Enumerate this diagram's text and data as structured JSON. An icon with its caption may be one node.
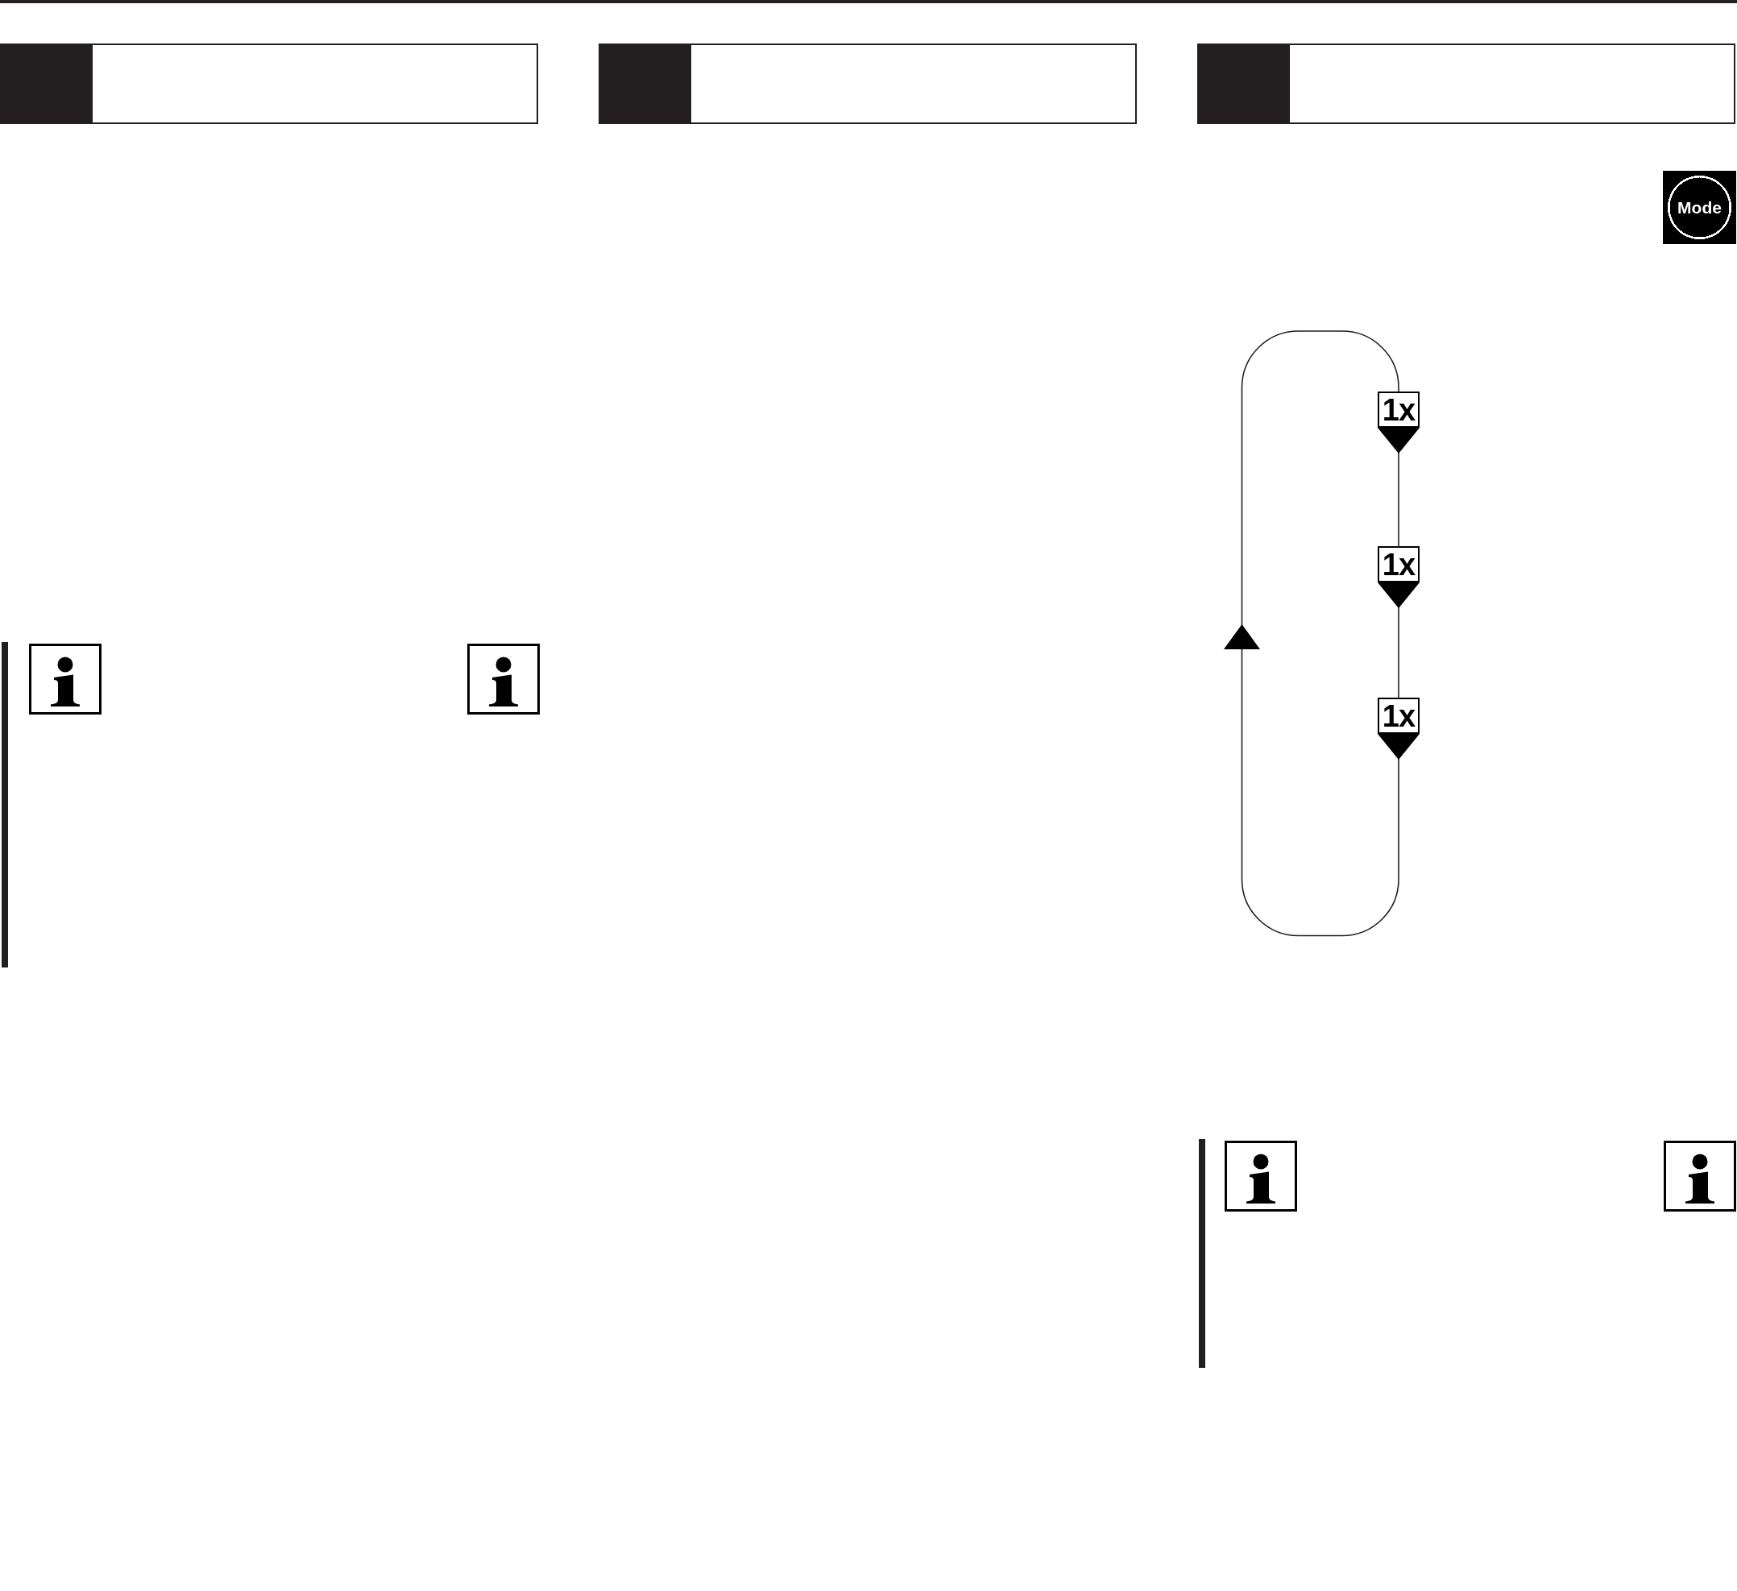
{
  "diagram": {
    "nodes": [
      {
        "text": [
          "Mode"
        ]
      },
      {
        "text": [
          "1x"
        ]
      },
      {
        "text": [
          "1x"
        ]
      },
      {
        "text": [
          "1x"
        ]
      }
    ],
    "edges": [
      {
        "from": 1,
        "to": 2,
        "arrow": "to"
      },
      {
        "from": 2,
        "to": 3,
        "arrow": "to"
      },
      {
        "from": 3,
        "to": 1,
        "arrow": "to"
      }
    ]
  }
}
